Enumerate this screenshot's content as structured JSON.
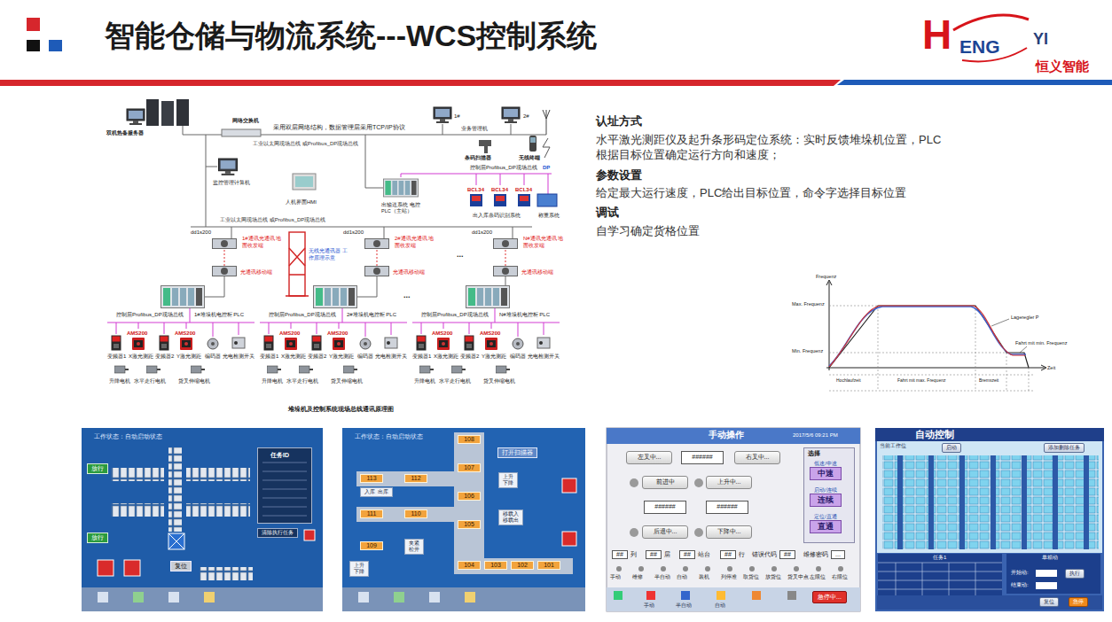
{
  "diagram": {
    "title": "智能仓储与物流系统---WCS控制系统",
    "caption": "堆垛机及控制系统现场总线通讯原理图",
    "nodes": [
      {
        "text": [
          "工作状态：自动启动状态"
        ]
      },
      {
        "text": [
          "任务ID"
        ],
        "in": 0
      },
      {
        "text": [
          "放行"
        ],
        "in": 0
      },
      {
        "text": [
          "放行"
        ],
        "in": 0
      },
      {
        "text": [
          "复位"
        ],
        "in": 0
      },
      {
        "text": [
          "清除执行任务"
        ],
        "in": 0
      },
      {
        "text": [
          "工作状态：自动启动状态"
        ]
      },
      {
        "text": [
          "打开扫描器"
        ],
        "in": 6
      },
      {
        "text": [
          "113"
        ],
        "in": 6
      },
      {
        "text": [
          "112"
        ],
        "in": 6
      },
      {
        "text": [
          "111"
        ],
        "in": 6
      },
      {
        "text": [
          "110"
        ],
        "in": 6
      },
      {
        "text": [
          "109"
        ],
        "in": 6
      },
      {
        "text": [
          "108"
        ],
        "in": 6
      },
      {
        "text": [
          "107"
        ],
        "in": 6
      },
      {
        "text": [
          "106"
        ],
        "in": 6
      },
      {
        "text": [
          "105"
        ],
        "in": 6
      },
      {
        "text": [
          "104"
        ],
        "in": 6
      },
      {
        "text": [
          "103"
        ],
        "in": 6
      },
      {
        "text": [
          "102"
        ],
        "in": 6
      },
      {
        "text": [
          "101"
        ],
        "in": 6
      },
      {
        "text": [
          "上升",
          "下降"
        ],
        "in": 6
      },
      {
        "text": [
          "上升",
          "下降"
        ],
        "in": 6
      },
      {
        "text": [
          "夹紧",
          "松开"
        ],
        "in": 6
      },
      {
        "text": [
          "移载入",
          "移载出"
        ],
        "in": 6
      },
      {
        "text": [
          "入库",
          "出库"
        ],
        "in": 6
      },
      {
        "text": [
          "手动操作",
          "2017/5/6 09:21 PM"
        ]
      },
      {
        "text": [
          "左叉中..."
        ],
        "in": 26
      },
      {
        "text": [
          "######"
        ],
        "in": 26
      },
      {
        "text": [
          "右叉中..."
        ],
        "in": 26
      },
      {
        "text": [
          "前进中"
        ],
        "in": 26
      },
      {
        "text": [
          "上升中..."
        ],
        "in": 26
      },
      {
        "text": [
          "######"
        ],
        "in": 26
      },
      {
        "text": [
          "######"
        ],
        "in": 26
      },
      {
        "text": [
          "后退中..."
        ],
        "in": 26
      },
      {
        "text": [
          "下降中..."
        ],
        "in": 26
      },
      {
        "text": [
          "选择"
        ],
        "in": 26
      },
      {
        "text": [
          "低速/中速",
          "中速"
        ],
        "in": 36
      },
      {
        "text": [
          "启动/连续",
          "连续"
        ],
        "in": 36
      },
      {
        "text": [
          "定位/直通",
          "直通"
        ],
        "in": 36
      },
      {
        "text": [
          "##",
          "列"
        ],
        "in": 26
      },
      {
        "text": [
          "##",
          "层"
        ],
        "in": 26
      },
      {
        "text": [
          "##",
          "站台"
        ],
        "in": 26
      },
      {
        "text": [
          "##",
          "行"
        ],
        "in": 26
      },
      {
        "text": [
          "错误代码",
          "##"
        ],
        "in": 26
      },
      {
        "text": [
          "维修密码",
          "..."
        ],
        "in": 26
      },
      {
        "text": [
          "急停中..."
        ],
        "in": 26
      },
      {
        "text": [
          "自动控制"
        ]
      },
      {
        "text": [
          "启动"
        ],
        "in": 47
      },
      {
        "text": [
          "添加删除任务"
        ],
        "in": 47
      },
      {
        "text": [
          "任务1"
        ],
        "in": 47
      },
      {
        "text": [
          "单箱动"
        ],
        "in": 47
      },
      {
        "text": [
          "执行"
        ],
        "in": 51
      },
      {
        "text": [
          "复位"
        ],
        "in": 47
      },
      {
        "text": [
          "急停"
        ],
        "in": 47
      }
    ],
    "labels": [
      "H",
      "ENG",
      "YI",
      "恒义智能",
      "双机热备服务器",
      "网络交换机",
      "采用双层网络结构，数据管理层采用TCP/IP协议",
      "1#",
      "2#",
      "业务管理机",
      "条码扫描器",
      "无线终端",
      "工业以太网现场总线 或Profibus_DP现场总线",
      "监控管理计算机",
      "人机界面HMI",
      "控制层Profibus_DP现场总线",
      "DP",
      "出输送系统 电控PLC（主站）",
      "BCL34",
      "BCL34",
      "BCL34",
      "出入库条码识别系统",
      "称重系统",
      "工业以太网现场总线 或Profibus_DP现场总线",
      "无线光通讯器 工作原理示意",
      "...",
      "...",
      "dd1s200",
      "1#通讯光通讯 地面收发端",
      "光通讯移动端",
      "dd1s200",
      "2#通讯光通讯 地面收发端",
      "光通讯移动端",
      "dd1s200",
      "N#通讯光通讯 地面收发端",
      "光通讯移动端",
      "控制层Profibus_DP现场总线",
      "1#堆垛机电控柜 PLC",
      "AMS200",
      "AMS200",
      "变频器1",
      "X激光测距",
      "变频器2",
      "Y激光测距",
      "编码器",
      "光电检测开关",
      "升降电机",
      "水平走行电机",
      "货叉伸缩电机",
      "控制层Profibus_DP现场总线",
      "2#堆垛机电控柜 PLC",
      "AMS200",
      "AMS200",
      "变频器1",
      "X激光测距",
      "变频器2",
      "Y激光测距",
      "编码器",
      "光电检测开关",
      "升降电机",
      "水平走行电机",
      "货叉伸缩电机",
      "控制层Profibus_DP现场总线",
      "N#堆垛机电控柜 PLC",
      "AMS200",
      "AMS200",
      "变频器1",
      "X激光测距",
      "变频器2",
      "Y激光测距",
      "编码器",
      "光电检测开关",
      "升降电机",
      "水平走行电机",
      "货叉伸缩电机",
      "认址方式",
      "水平激光测距仪及起升条形码定位系统：实时反馈堆垛机位置，PLC根据目标位置确定运行方向和速度；",
      "参数设置",
      "给定最大运行速度，PLC给出目标位置，命令字选择目标位置",
      "调试",
      "自学习确定货格位置",
      "Frequenz",
      "Max. Frequenz",
      "Min. Frequenz",
      "Zeit",
      "Lageregler P",
      "Fahrt mit min. Frequenz",
      "Hochlaufzeit",
      "Fahrt mit max. Frequenz",
      "Bremszeit",
      "手动",
      "维修",
      "半自动",
      "自动",
      "装机",
      "列停准",
      "取货位",
      "放货位",
      "货叉中点",
      "左限位",
      "右限位",
      "手动",
      "半自动",
      "自动",
      "当前工作位",
      "开始动:",
      "结束动:"
    ]
  }
}
